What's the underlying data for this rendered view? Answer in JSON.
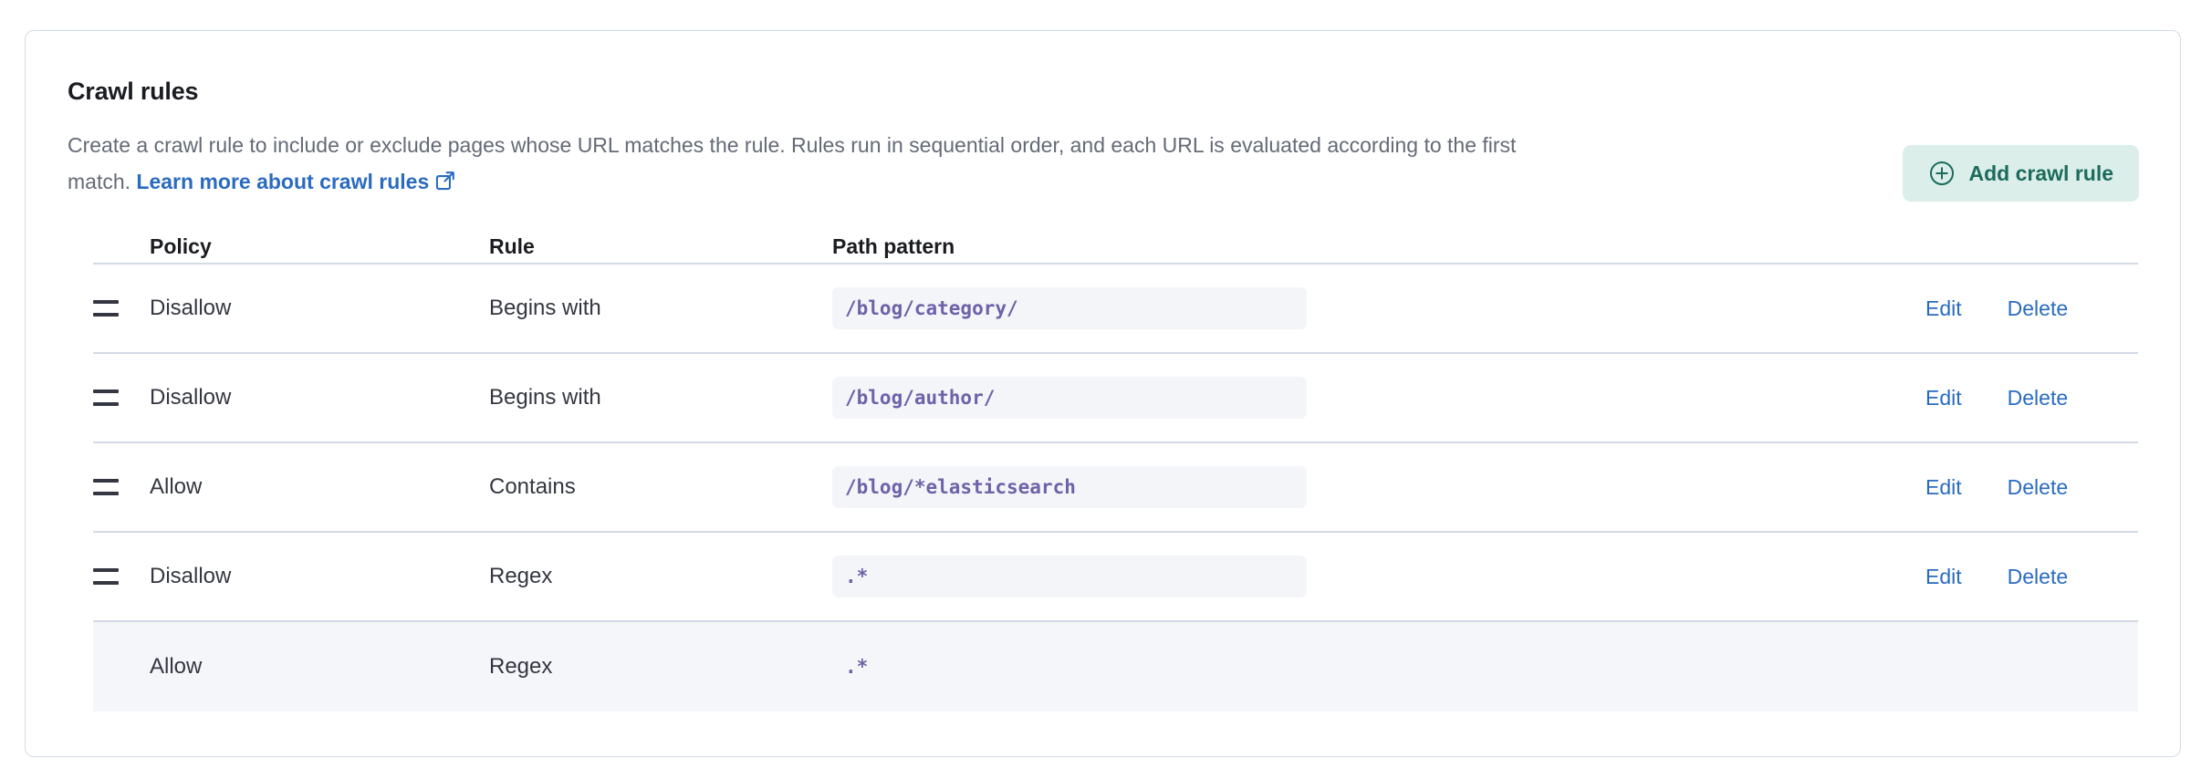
{
  "panel": {
    "title": "Crawl rules",
    "description_part1": "Create a crawl rule to include or exclude pages whose URL matches the rule. Rules run in sequential order, and each URL is evaluated according to the first match. ",
    "learn_more_label": "Learn more about crawl rules",
    "learn_more_icon": "external-link-icon"
  },
  "add_button": {
    "label": "Add crawl rule",
    "icon": "plus-circle-icon",
    "background": "#dbeeea",
    "text_color": "#1c6b5d"
  },
  "table": {
    "headers": {
      "policy": "Policy",
      "rule": "Rule",
      "path_pattern": "Path pattern"
    },
    "actions": {
      "edit": "Edit",
      "delete": "Delete"
    },
    "rows": [
      {
        "handle": "drag-handle-icon",
        "policy": "Disallow",
        "rule": "Begins with",
        "path_pattern": "/blog/category/",
        "edit": "Edit",
        "delete": "Delete",
        "draggable": true,
        "highlighted": false,
        "has_actions": true,
        "path_has_pill": true
      },
      {
        "handle": "drag-handle-icon",
        "policy": "Disallow",
        "rule": "Begins with",
        "path_pattern": "/blog/author/",
        "edit": "Edit",
        "delete": "Delete",
        "draggable": true,
        "highlighted": false,
        "has_actions": true,
        "path_has_pill": true
      },
      {
        "handle": "drag-handle-icon",
        "policy": "Allow",
        "rule": "Contains",
        "path_pattern": "/blog/*elasticsearch",
        "edit": "Edit",
        "delete": "Delete",
        "draggable": true,
        "highlighted": false,
        "has_actions": true,
        "path_has_pill": true
      },
      {
        "handle": "drag-handle-icon",
        "policy": "Disallow",
        "rule": "Regex",
        "path_pattern": ".*",
        "edit": "Edit",
        "delete": "Delete",
        "draggable": true,
        "highlighted": false,
        "has_actions": true,
        "path_has_pill": true
      },
      {
        "handle": null,
        "policy": "Allow",
        "rule": "Regex",
        "path_pattern": ".*",
        "edit": null,
        "delete": null,
        "draggable": false,
        "highlighted": true,
        "has_actions": false,
        "path_has_pill": false
      }
    ]
  },
  "colors": {
    "link": "#2a6bc0",
    "code_text": "#6e62a8",
    "code_bg": "#f4f5f9",
    "row_highlight": "#f5f6fa",
    "border": "#d3dae6"
  }
}
